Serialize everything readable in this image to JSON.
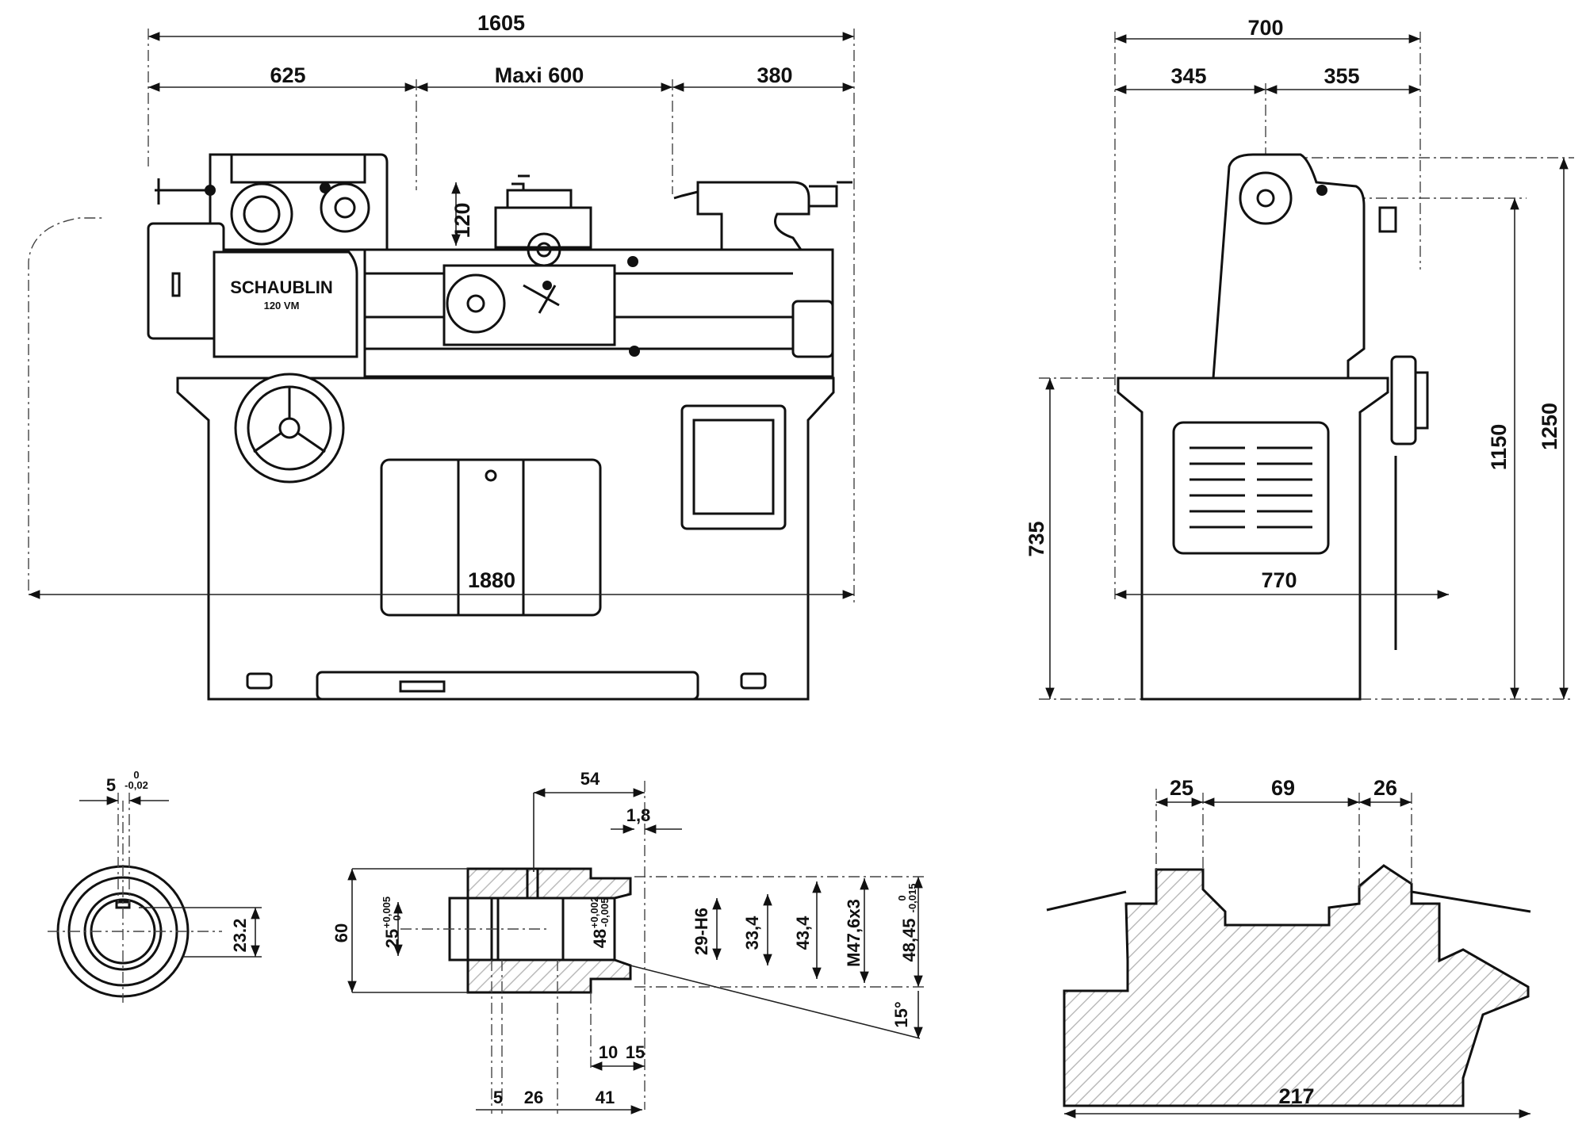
{
  "front_view": {
    "overall_width": "1605",
    "headstock_width": "625",
    "between_centers": "Maxi 600",
    "tailstock_width": "380",
    "center_height": "120",
    "overall_length": "1880",
    "brand": "SCHAUBLIN",
    "model": "120 VM"
  },
  "side_view": {
    "depth": "700",
    "depth_left": "345",
    "depth_right": "355",
    "base_depth": "770",
    "table_height": "735",
    "center_line_height": "1150",
    "overall_height": "1250"
  },
  "spindle_end_view": {
    "key_width": "5",
    "key_tol_upper": "0",
    "key_tol_lower": "-0,02",
    "key_depth": "23.2"
  },
  "spindle_section": {
    "length_54": "54",
    "thread_runout": "1,8",
    "outer_dia": "60",
    "bore_25": "25",
    "bore_25_tol_upper": "+0,005",
    "bore_25_tol_lower": "0",
    "bore_48": "48",
    "bore_48_tol_upper": "+0,002",
    "bore_48_tol_lower": "-0,005",
    "bore_29": "29-H6",
    "dia_33": "33,4",
    "dia_43": "43,4",
    "thread": "M47,6x3",
    "dia_48_45": "48,45",
    "dia_48_45_tol_upper": "0",
    "dia_48_45_tol_lower": "-0,015",
    "angle": "15°",
    "len_10": "10",
    "len_15": "15",
    "len_5": "5",
    "len_26": "26",
    "len_41": "41"
  },
  "bed_section": {
    "width_25": "25",
    "width_69": "69",
    "width_26": "26",
    "overall_width": "217"
  }
}
